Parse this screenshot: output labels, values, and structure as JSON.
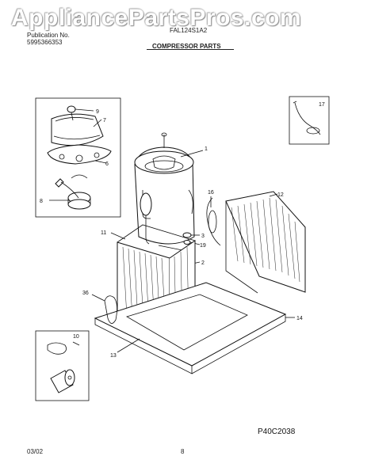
{
  "watermark": "AppliancePartsPros.com",
  "header": {
    "left_top": "Publication No.",
    "left_number": "5995366353",
    "center_title": "COMPRESSOR PARTS",
    "model": "FAL124S1A2"
  },
  "footer": {
    "date": "03/02",
    "page_number": "8"
  },
  "figure_code": "P40C2038",
  "callouts": {
    "c1": "1",
    "c2": "2",
    "c3": "3",
    "c6": "6",
    "c7": "7",
    "c8": "8",
    "c9": "9",
    "c10": "10",
    "c11": "11",
    "c12": "12",
    "c13": "13",
    "c14": "14",
    "c16": "16",
    "c17": "17",
    "c19": "19",
    "c36": "36"
  }
}
